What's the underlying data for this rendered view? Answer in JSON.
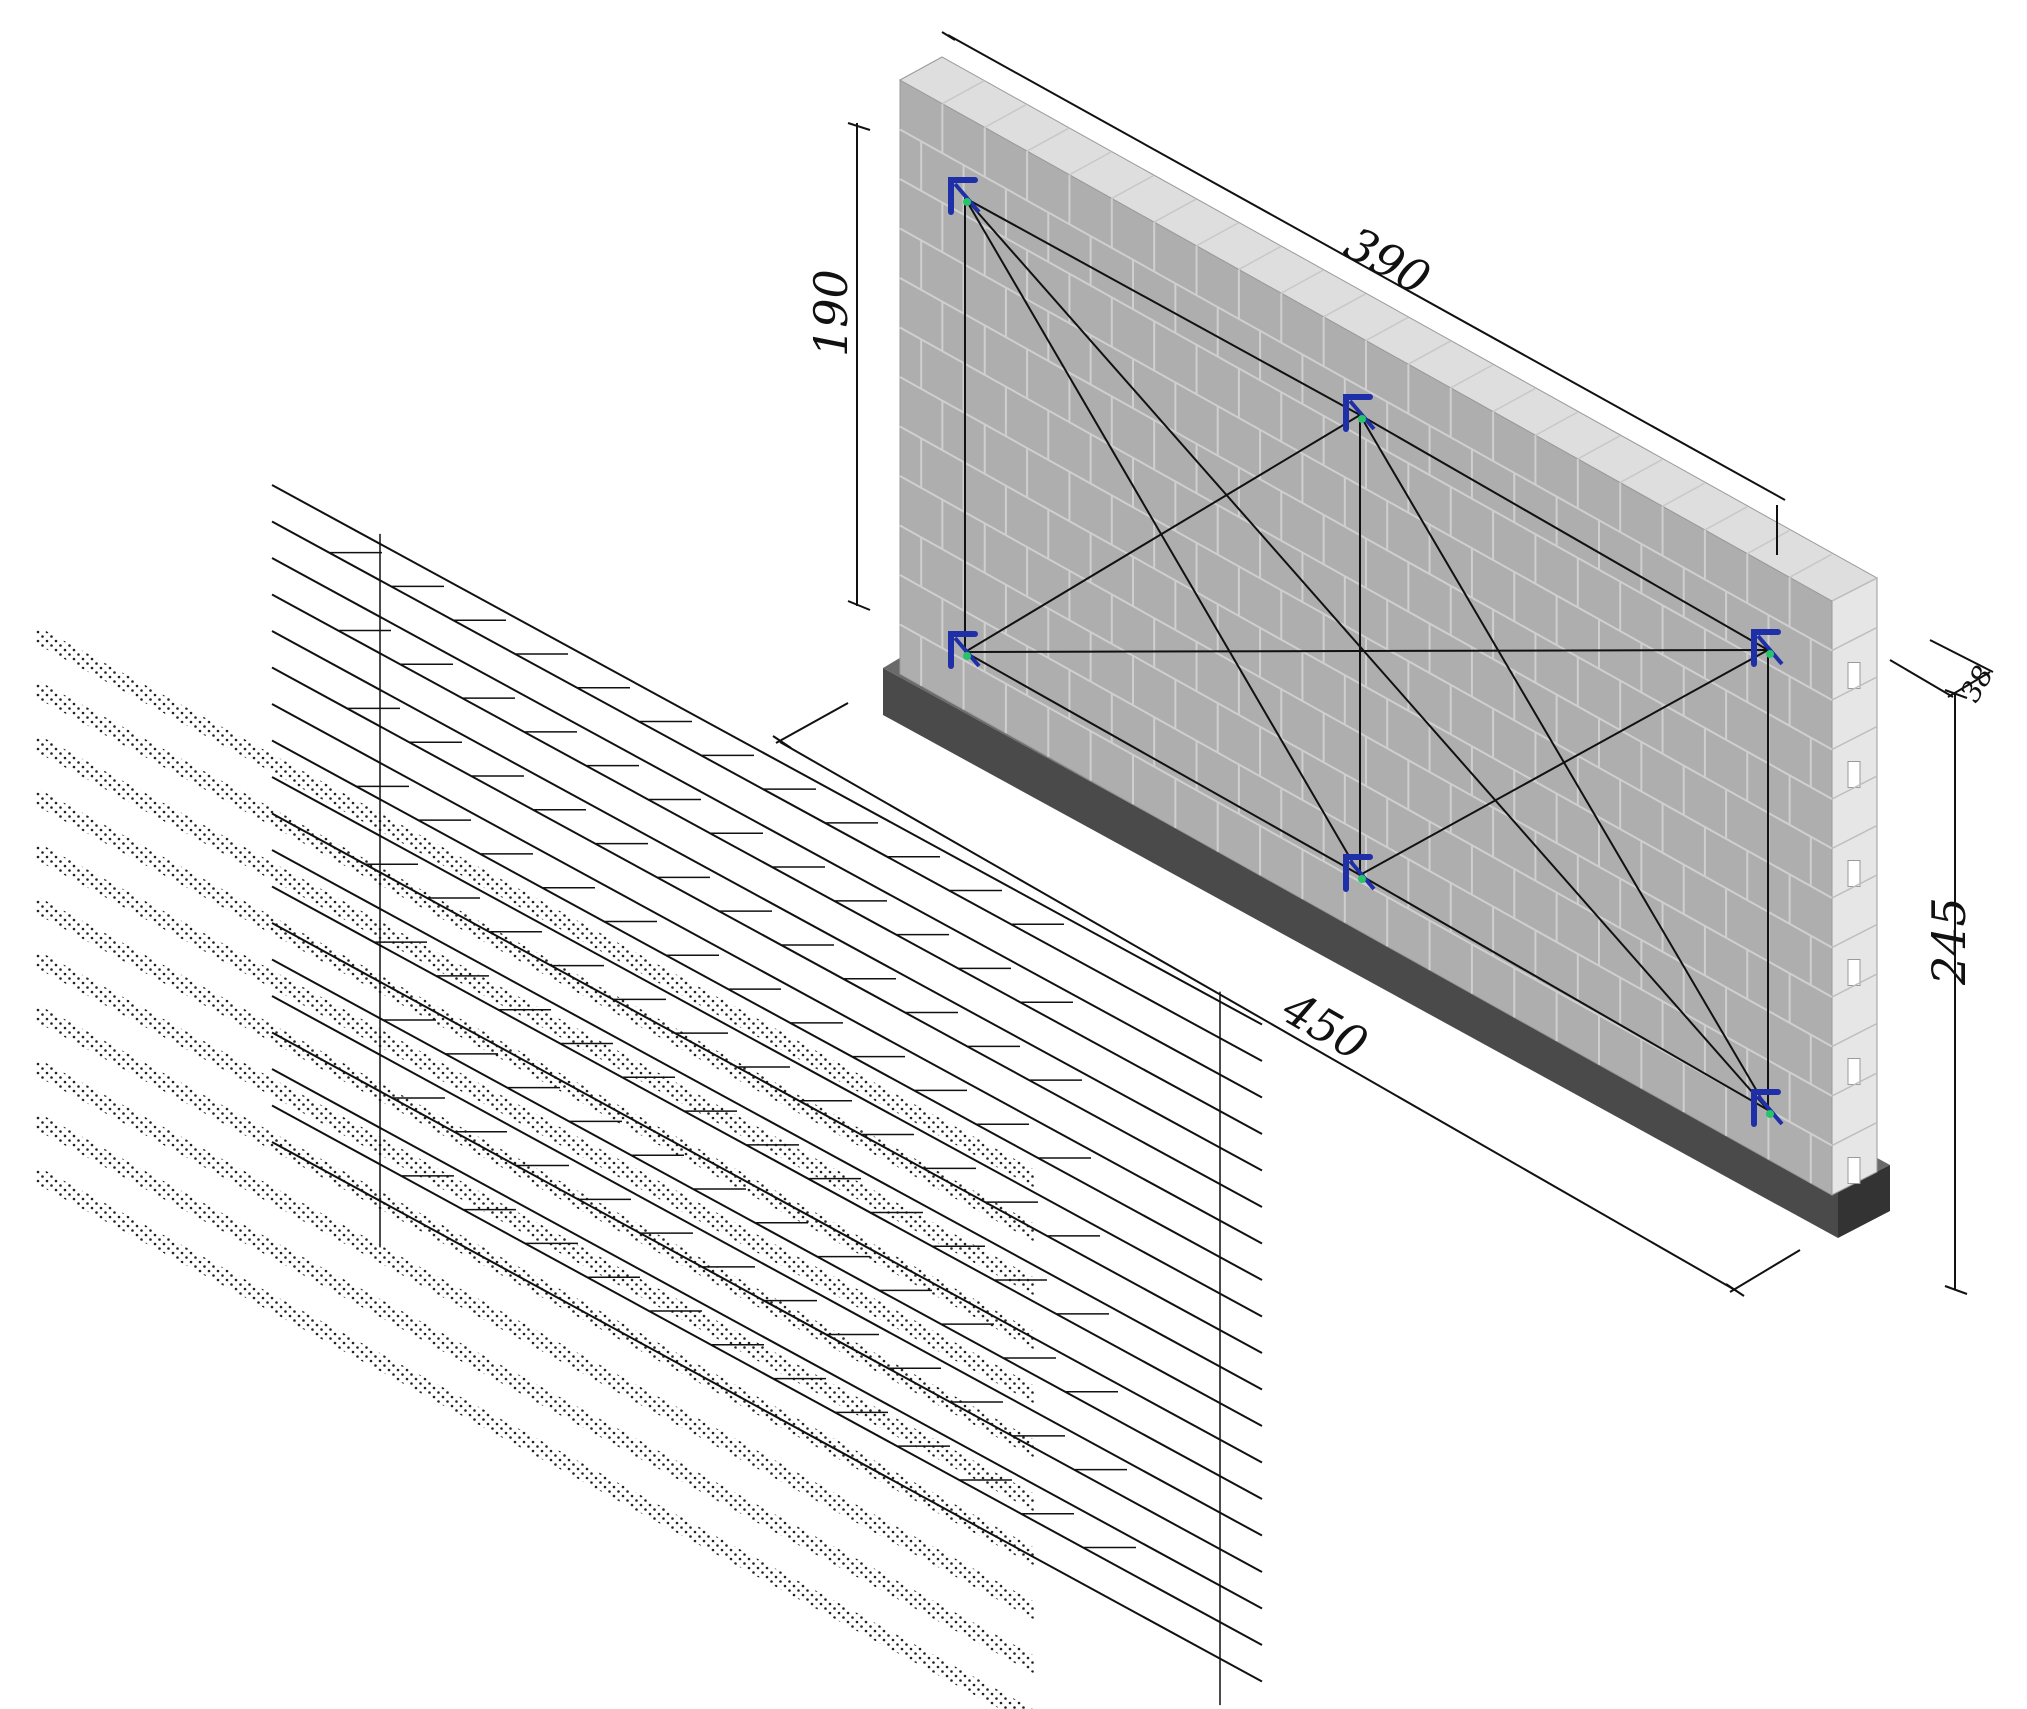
{
  "dimensions": {
    "wall_length": "390",
    "opening_height": "190",
    "wall_height": "245",
    "wall_thickness": "38",
    "mesh_length": "450"
  },
  "colors": {
    "wall_face": "#aeaeae",
    "wall_top": "#dedede",
    "wall_end": "#e6e6e6",
    "mortar": "#cfcfcf",
    "foundation": "#4a4a4a",
    "foundation_top": "#6a6a6a",
    "sensor": "#1f2fa8",
    "sensor_accent": "#27c46a",
    "line": "#111111"
  }
}
